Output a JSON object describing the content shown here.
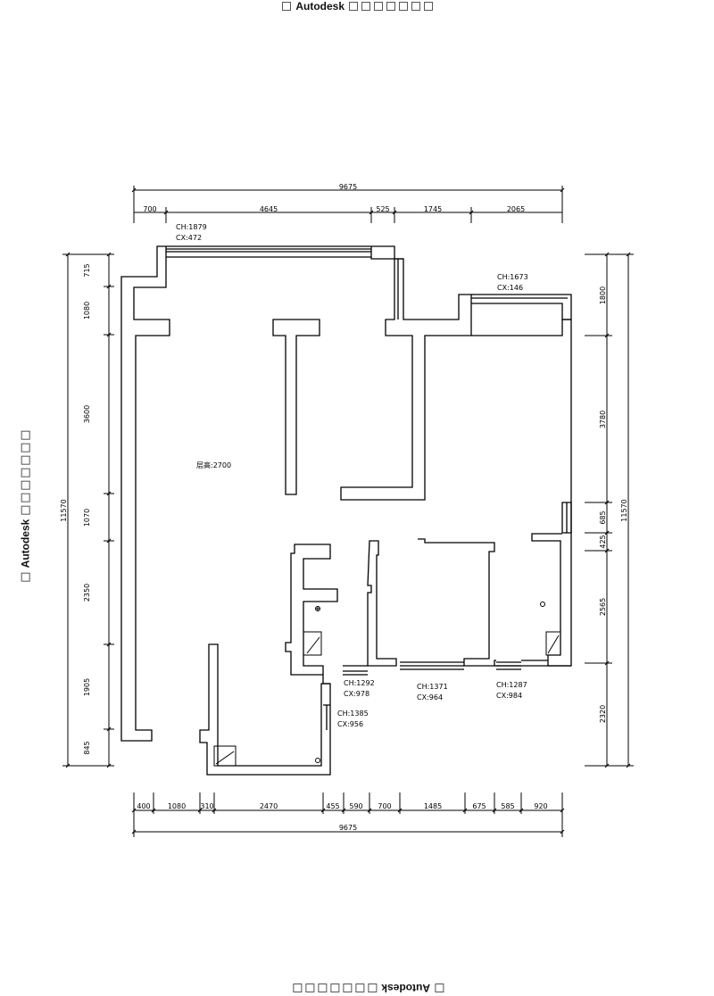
{
  "watermark": {
    "brand": "Autodesk",
    "icon": "square-box-icon"
  },
  "dimensions": {
    "top_total": "9675",
    "top_segments": [
      "700",
      "4645",
      "525",
      "1745",
      "2065"
    ],
    "bottom_total": "9675",
    "bottom_segments": [
      "400",
      "1080",
      "310",
      "2470",
      "455",
      "590",
      "700",
      "1485",
      "675",
      "585",
      "920"
    ],
    "left_total": "11570",
    "left_segments": [
      "715",
      "1080",
      "3600",
      "1070",
      "2350",
      "1905",
      "845"
    ],
    "right_total": "11570",
    "right_segments": [
      "1800",
      "3780",
      "685",
      "425",
      "2565",
      "2320"
    ]
  },
  "annotations": {
    "ceiling": "层高:2700",
    "windows": [
      {
        "ch": "CH:1879",
        "cx": "CX:472"
      },
      {
        "ch": "CH:1673",
        "cx": "CX:146"
      },
      {
        "ch": "CH:1292",
        "cx": "CX:978"
      },
      {
        "ch": "CH:1371",
        "cx": "CX:964"
      },
      {
        "ch": "CH:1287",
        "cx": "CX:984"
      },
      {
        "ch": "CH:1385",
        "cx": "CX:956"
      }
    ]
  }
}
